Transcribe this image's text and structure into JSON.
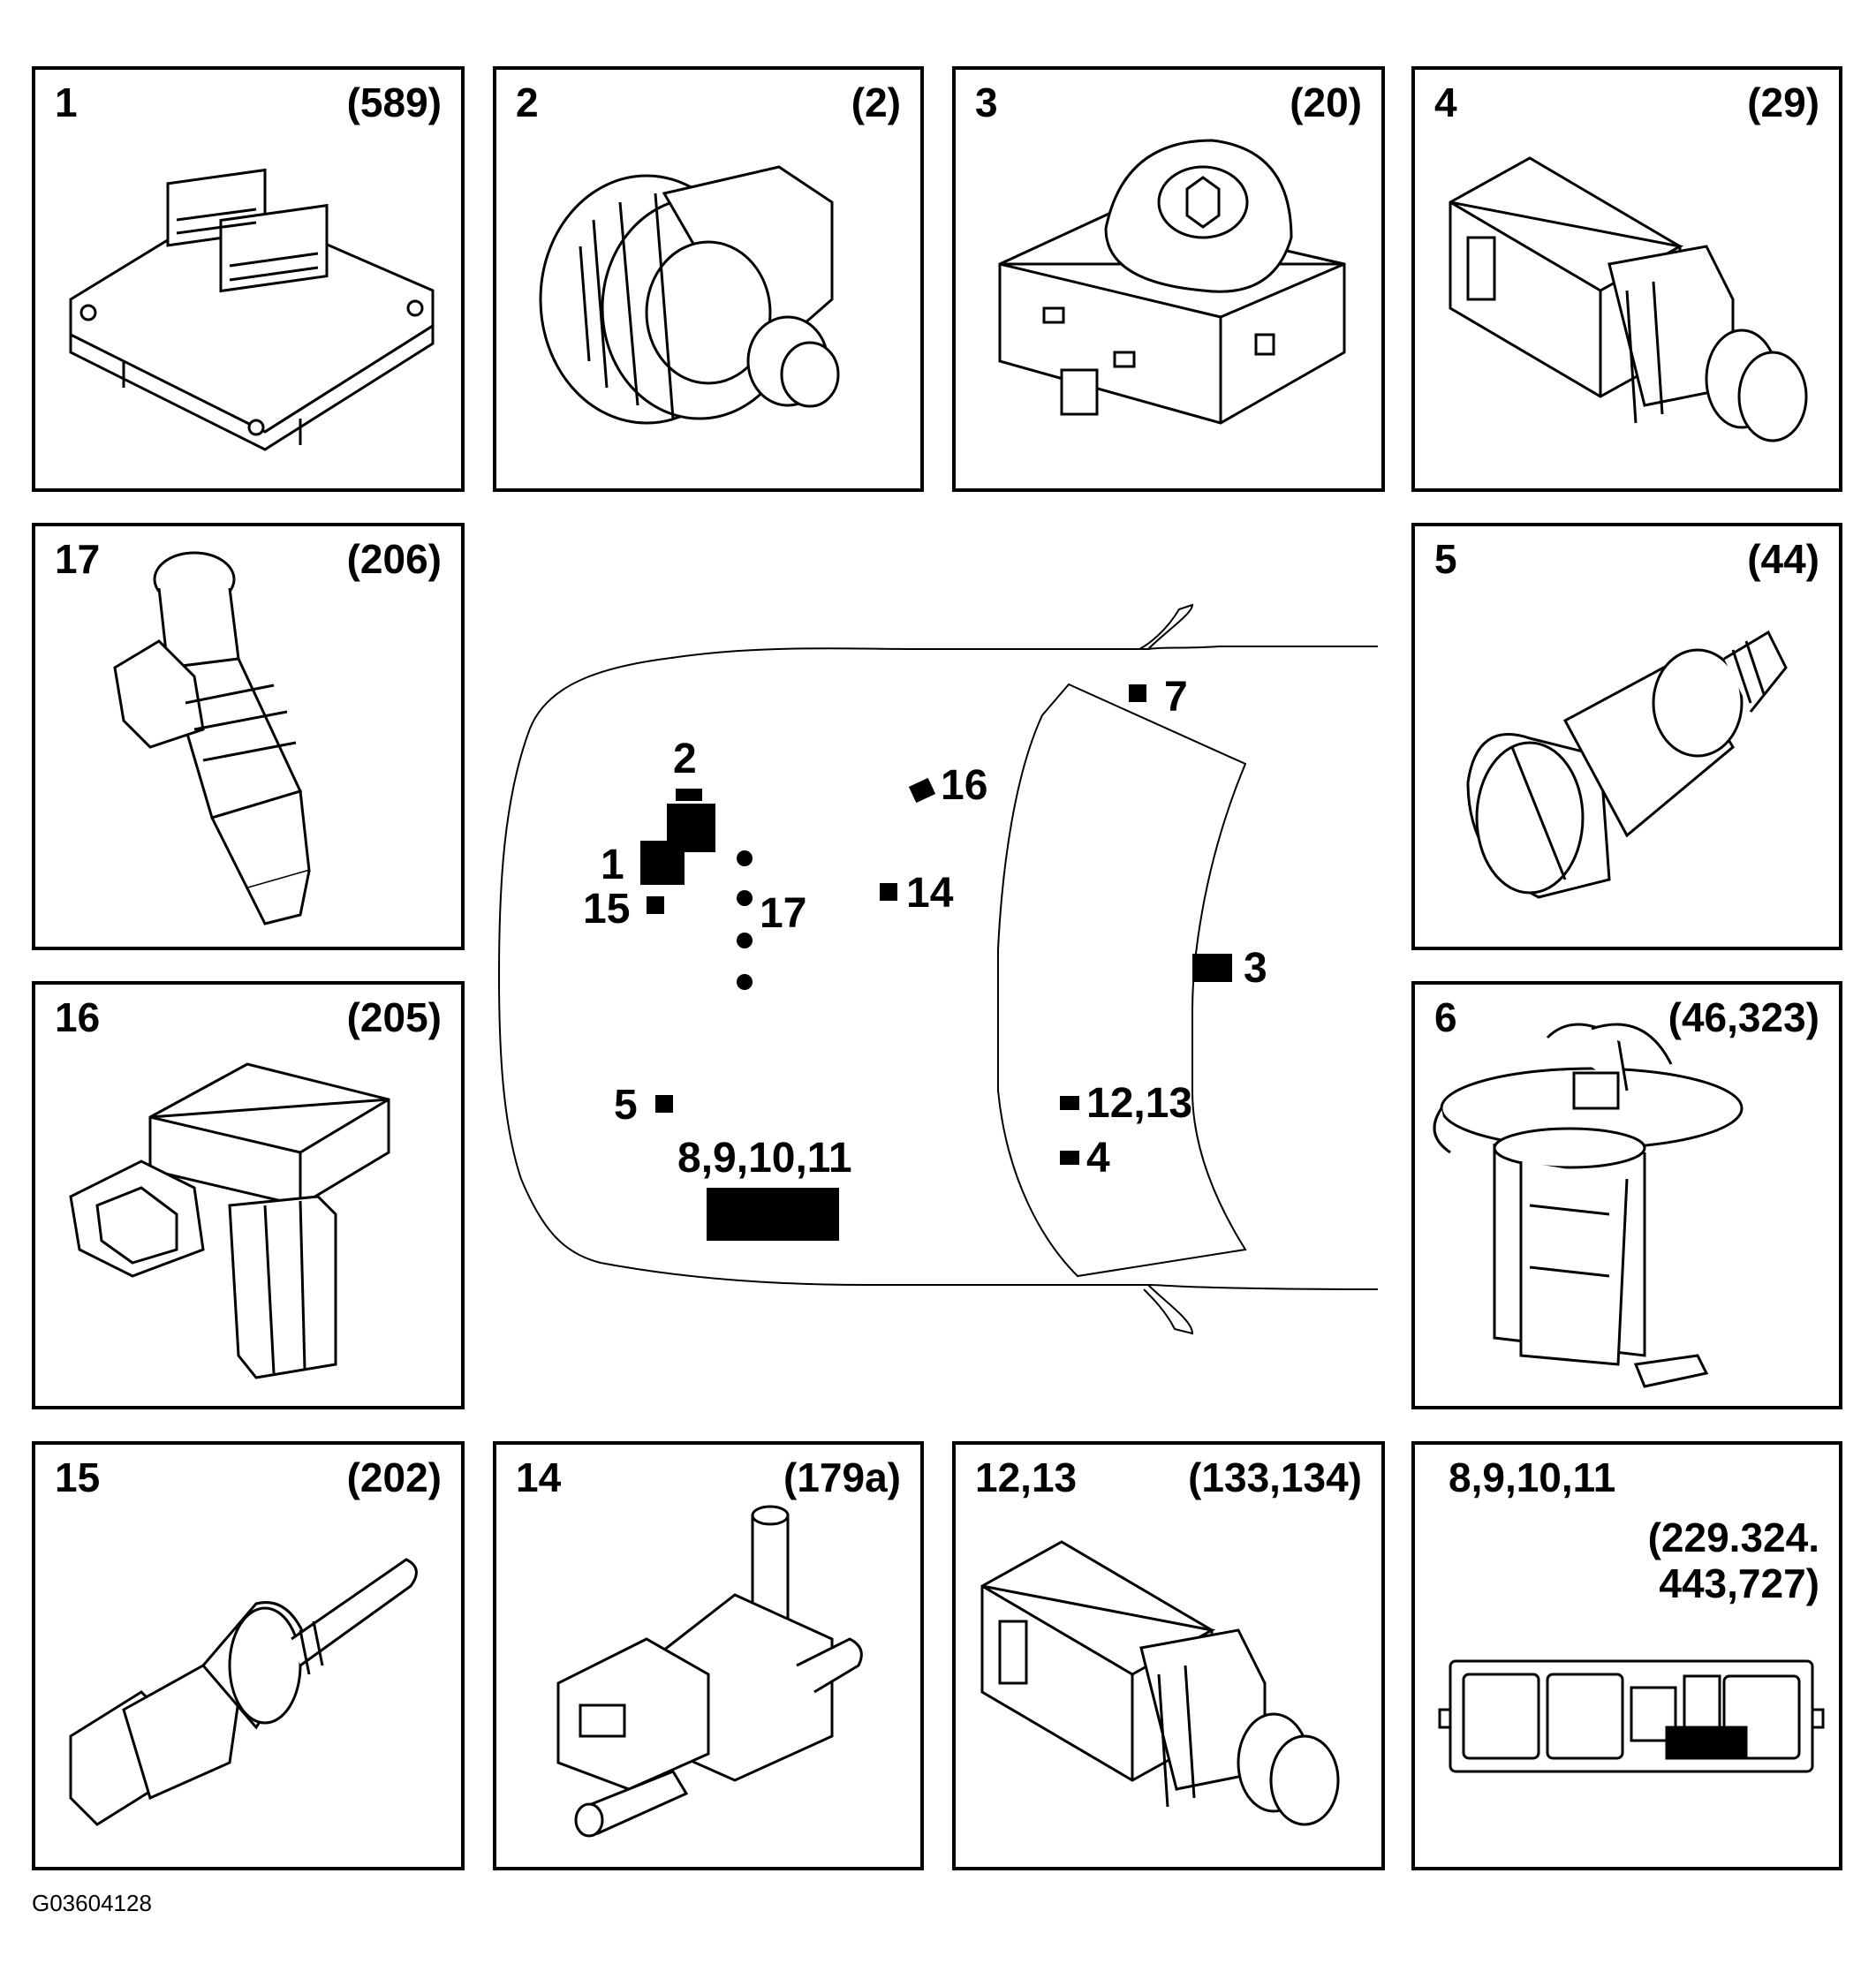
{
  "figure_id": "G03604128",
  "panels": [
    {
      "number": "1",
      "ref": "(589)",
      "icon": "engine-control-module-icon"
    },
    {
      "number": "2",
      "ref": "(2)",
      "icon": "generator-icon"
    },
    {
      "number": "3",
      "ref": "(20)",
      "icon": "ignition-switch-icon"
    },
    {
      "number": "4",
      "ref": "(29)",
      "icon": "pedal-switch-icon"
    },
    {
      "number": "17",
      "ref": "(206)",
      "icon": "fuel-injector-icon"
    },
    {
      "number": "5",
      "ref": "(44)",
      "icon": "pressure-sensor-icon"
    },
    {
      "number": "16",
      "ref": "(205)",
      "icon": "air-mass-meter-icon"
    },
    {
      "number": "6",
      "ref": "(46,323)",
      "icon": "fuel-pump-icon"
    },
    {
      "number": "15",
      "ref": "(202)",
      "icon": "temperature-sensor-icon"
    },
    {
      "number": "14",
      "ref": "(179a)",
      "icon": "solenoid-valve-icon"
    },
    {
      "number": "12,13",
      "ref": "(133,134)",
      "icon": "brake-light-switch-icon"
    },
    {
      "number": "8,9,10,11",
      "ref_line1": "(229.324.",
      "ref_line2": "443,727)",
      "icon": "relay-box-icon"
    }
  ],
  "car_labels": {
    "l7": "7",
    "l2": "2",
    "l16": "16",
    "l1": "1",
    "l15": "15",
    "l17": "17",
    "l14": "14",
    "l3": "3",
    "l5": "5",
    "l12_13": "12,13",
    "l4": "4",
    "l8_11": "8,9,10,11"
  }
}
